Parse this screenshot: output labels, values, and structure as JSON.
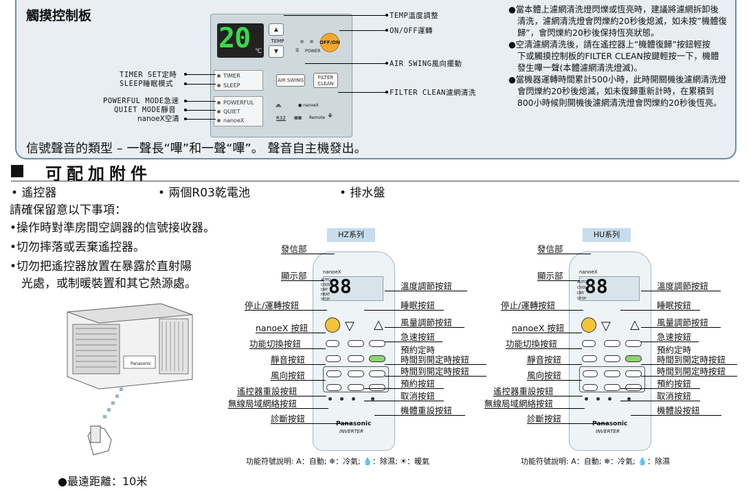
{
  "touch": {
    "title": "觸摸控制板",
    "display_temp": "20",
    "display_unit": "℃",
    "buttons": {
      "temp_up": "▲",
      "temp_label": "TEMP",
      "temp_down": "▼",
      "off_on": "OFF/ON",
      "power_led": "POWER",
      "air_swing": "AIR SWING",
      "filter_clean": "FILTER CLEAN",
      "timer": "TIMER",
      "sleep": "SLEEP",
      "powerful": "POWERFUL",
      "quiet": "QUIET",
      "nanoex": "nanoeX",
      "nanoex_logo": "● nanoeX",
      "r32": "R32",
      "remote_ctrl": "Remote"
    },
    "callouts_left": [
      "TIMER SET定時",
      "SLEEP睡眠模式",
      "POWERFUL MODE急速",
      "QUIET MODE靜音",
      "nanoeX空清"
    ],
    "callouts_right": [
      "TEMP溫度調整",
      "ON/OFF運轉",
      "AIR SWING風向擺動",
      "FILTER CLEAN濾網清洗"
    ],
    "signal": "信號聲音的類型 – 一聲長“嗶”和一聲“嗶”。 聲音自主機發出。",
    "notes": [
      "●當本體上濾網清洗燈閃爍或恆亮時，建議將濾網拆卸後清洗，濾網清洗燈會閃爍約20秒後熄滅，如未按”機體復歸”，會閃爍約20秒後保持恆亮狀態。",
      "●空清濾網清洗後，請在遙控器上”機體復歸”按鈕輕按　下或觸摸控制板的FILTER CLEAN按鍵輕按一下，機體發生嗶一聲(本體濾網清洗燈滅)。",
      "●當機器運轉時間累計500小時，此時開關機後濾網清洗燈會閃爍約20秒後熄滅，如未復歸重新計時，在累積到800小時候則開機後濾網清洗燈會閃爍約20秒後恆亮。"
    ]
  },
  "accessories": {
    "title": "可配加附件",
    "items": [
      "• 遙控器",
      "• 兩個R03乾電池",
      "• 排水盤"
    ],
    "notice_title": "請確保留意以下事項：",
    "notices": [
      "•操作時對準房間空調器的信號接收器。",
      "•切勿摔落或丟棄遙控器。",
      "•切勿把遙控器放置在暴露於直射陽",
      "　光處，或制暖裝置和其它熱源處。"
    ],
    "max_distance": "●最遠距離：10米",
    "ac_brand": "Panasonic"
  },
  "remotes": [
    {
      "series": "HZ系列",
      "brand": "Panasonic",
      "inverter": "INVERTER",
      "lcd_digits": "88",
      "modes": [
        "AUTO",
        "COOL",
        "DRY",
        "HEAT",
        "STOP"
      ],
      "left_labels": [
        "發信部",
        "顯示部",
        "停止/運轉按鈕",
        "nanoeX 按鈕",
        "功能切換按鈕",
        "靜音按鈕",
        "風向按鈕",
        "遙控器重設按鈕",
        "無線局域網絡按鈕",
        "診斷按鈕"
      ],
      "right_labels": [
        "溫度調節按鈕",
        "睡眠按鈕",
        "風量調節按鈕",
        "急速按鈕",
        "預約定時",
        "時間到開定時按鈕",
        "時間到開定時按鈕",
        "預約按鈕",
        "取消按鈕",
        "機體重設按鈕"
      ],
      "footnote": "功能符號說明: A：自動; ❄：冷氣; 💧：除濕; ☀：暖氣"
    },
    {
      "series": "HU系列",
      "brand": "Panasonic",
      "inverter": "INVERTER",
      "lcd_digits": "88",
      "modes": [
        "AUTO",
        "COOL",
        "DRY",
        "STOP"
      ],
      "left_labels": [
        "發信部",
        "顯示部",
        "停止/運轉按鈕",
        "nanoeX 按鈕",
        "功能切換按鈕",
        "靜音按鈕",
        "風向按鈕",
        "遙控器重設按鈕",
        "無線局域網絡按鈕",
        "診斷按鈕"
      ],
      "right_labels": [
        "溫度調節按鈕",
        "睡眠按鈕",
        "風量調節按鈕",
        "急速按鈕",
        "預約定時",
        "時間到開定時按鈕",
        "時間到開定時按鈕",
        "預約按鈕",
        "取消按鈕",
        "機體設按鈕"
      ],
      "footnote": "功能符號說明: A：自動; ❄：冷氣; 💧：除濕"
    }
  ]
}
